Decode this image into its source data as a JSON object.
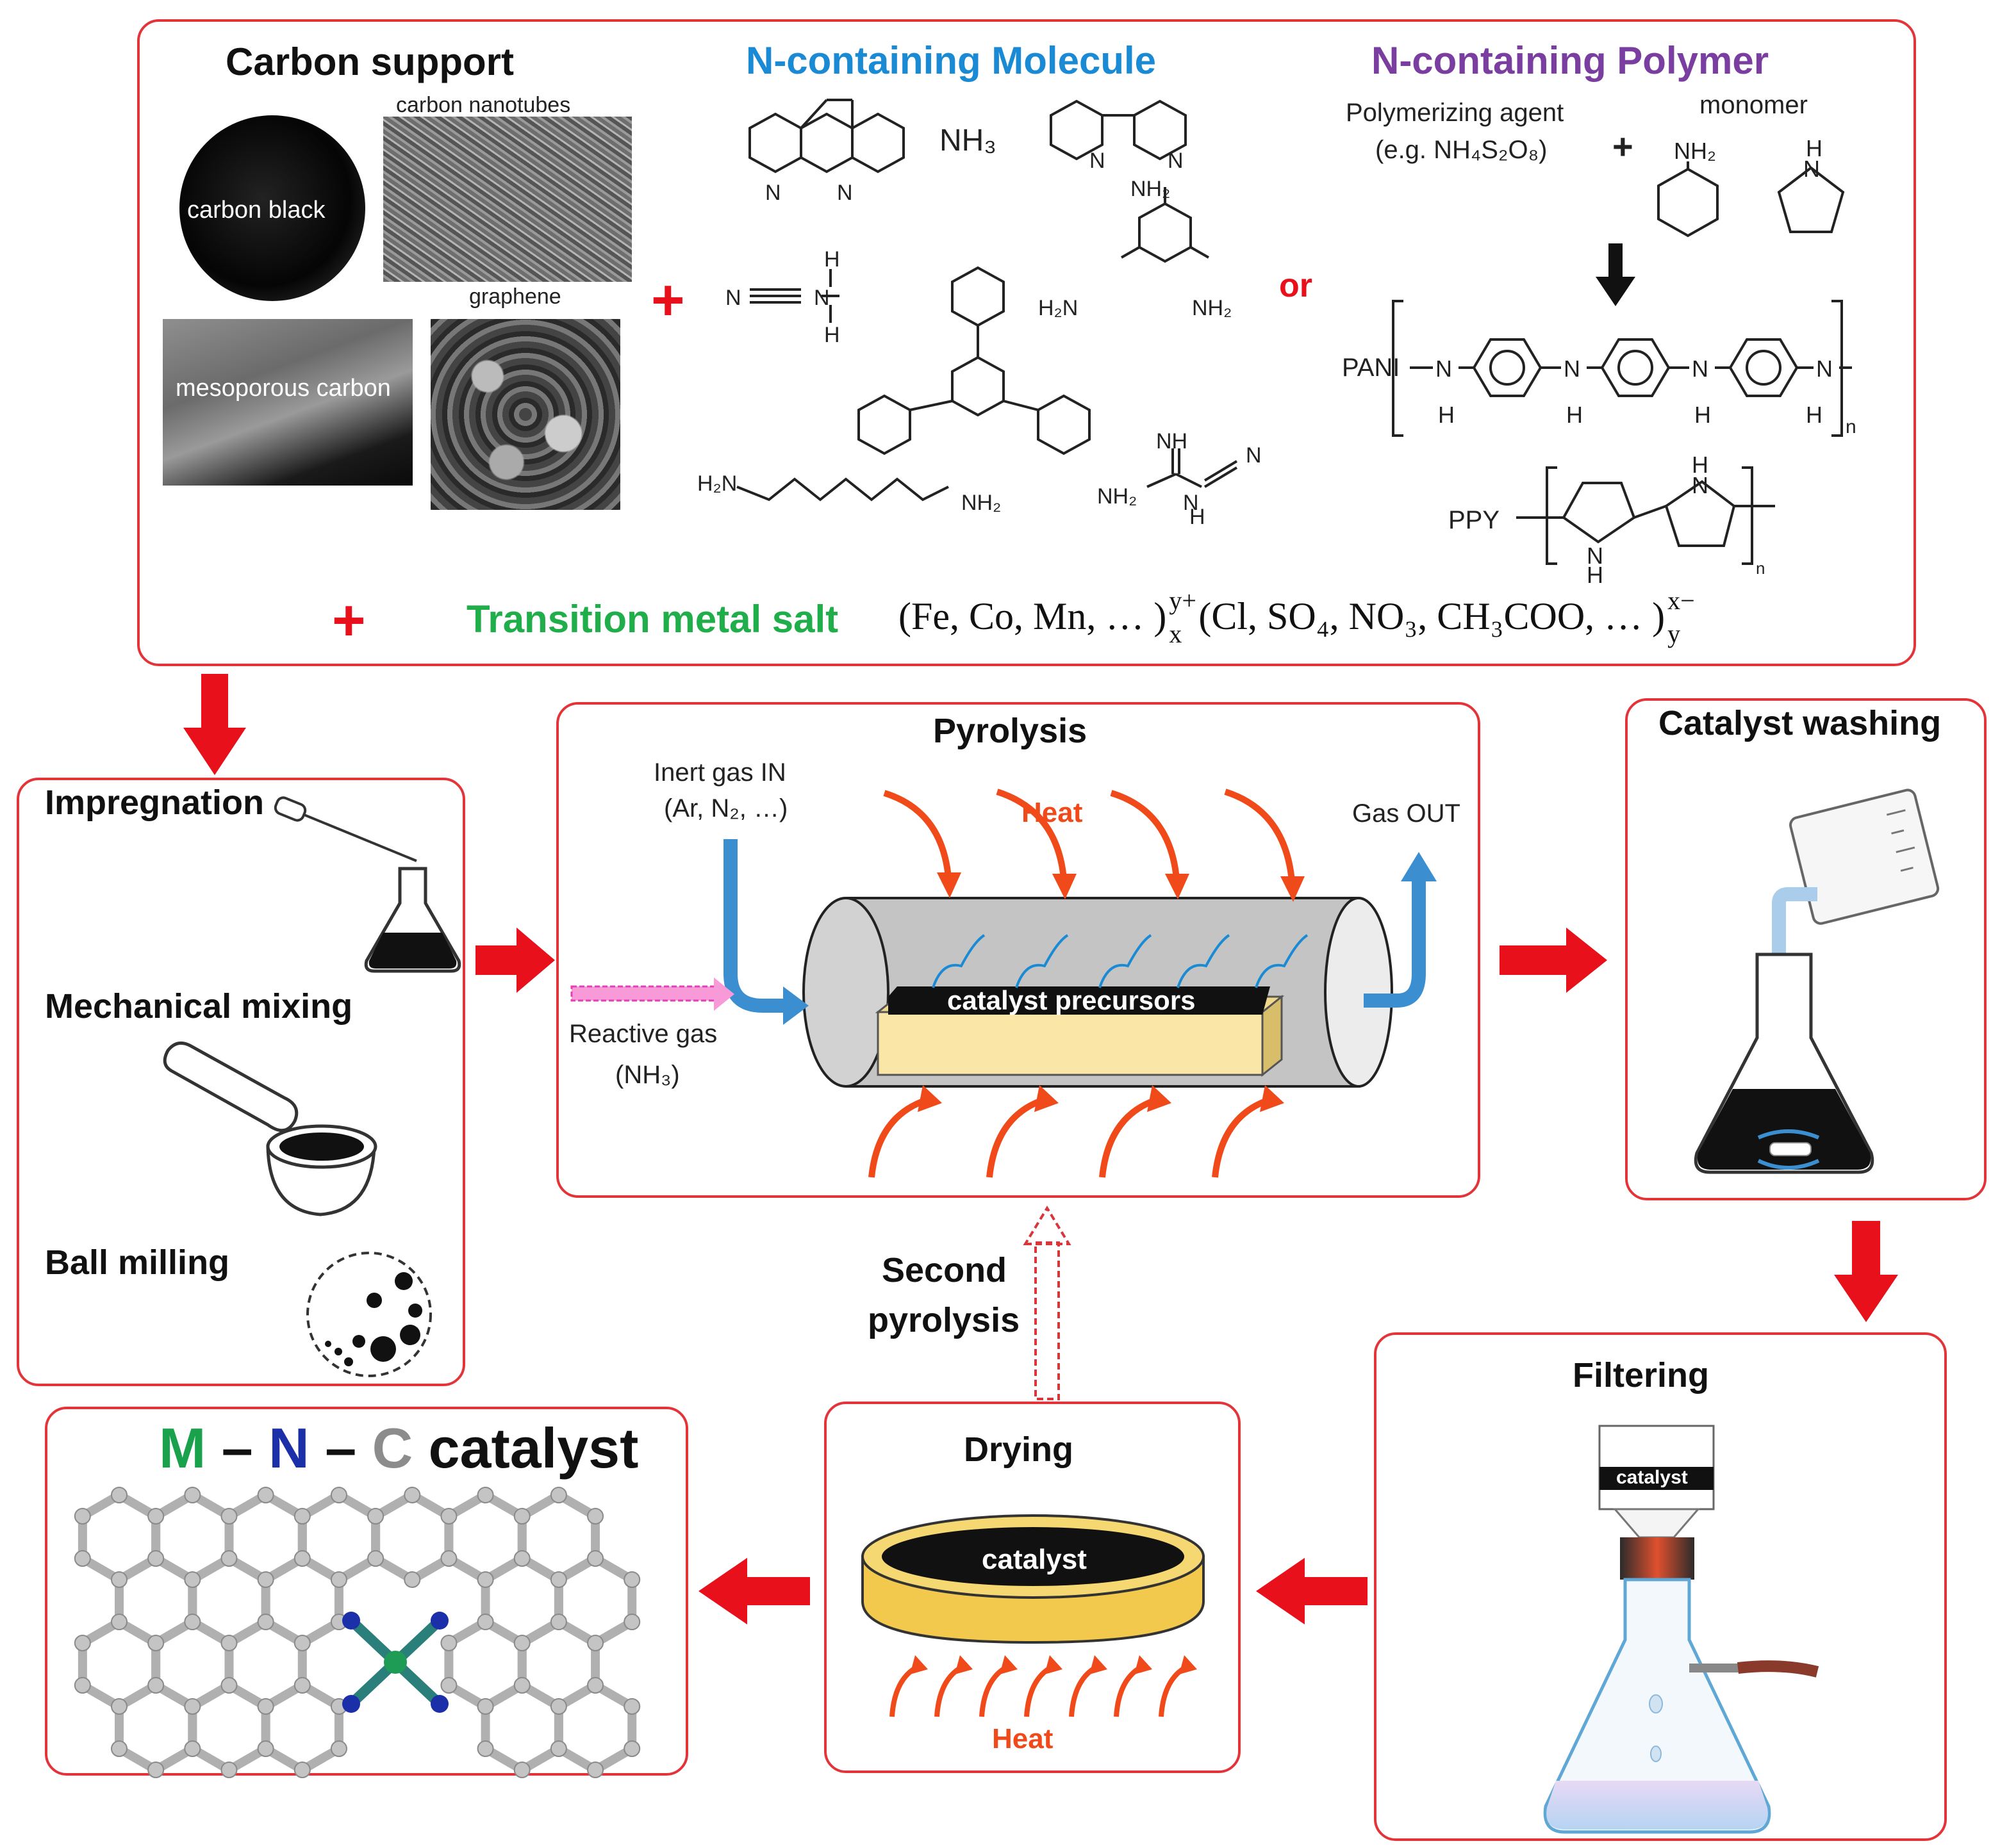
{
  "top": {
    "carbon_title": "Carbon support",
    "cnt_label": "carbon nanotubes",
    "carbon_black_label": "carbon black",
    "graphene_label": "graphene",
    "mesoporous_label": "mesoporous carbon",
    "nmol_title": "N-containing Molecule",
    "nh3": "NH₃",
    "npoly_title": "N-containing Polymer",
    "poly_agent": "Polymerizing agent",
    "poly_agent_eg": "(e.g. NH₄S₂O₈)",
    "monomer": "monomer",
    "or": "or",
    "pani": "PANI",
    "ppy": "PPY",
    "metal_salt_title": "Transition metal salt",
    "metal_salt_formula_a": "(Fe, Co, Mn, … )",
    "metal_salt_formula_a_sup": "y+",
    "metal_salt_formula_a_sub": "x",
    "metal_salt_formula_b": "(Cl, SO₄, NO₃, CH₃COO, … )",
    "metal_salt_formula_b_sup": "x−",
    "metal_salt_formula_b_sub": "y"
  },
  "impregnation": {
    "title": "Impregnation",
    "mixing": "Mechanical mixing",
    "milling": "Ball milling"
  },
  "pyrolysis": {
    "title": "Pyrolysis",
    "inert_gas": "Inert gas IN",
    "inert_gas_eg": "(Ar, N₂, …)",
    "heat": "Heat",
    "gas_out": "Gas OUT",
    "reactive_gas": "Reactive gas",
    "reactive_gas_eg": "(NH₃)",
    "precursors": "catalyst precursors"
  },
  "washing": {
    "title": "Catalyst washing"
  },
  "filtering": {
    "title": "Filtering",
    "catalyst": "catalyst"
  },
  "drying": {
    "title": "Drying",
    "catalyst": "catalyst",
    "heat": "Heat"
  },
  "second": {
    "line1": "Second",
    "line2": "pyrolysis"
  },
  "mnc": {
    "m": "M",
    "n": "N",
    "c": "C",
    "catalyst": "catalyst",
    "dash": "–"
  },
  "colors": {
    "panel_border": "#e3343a",
    "arrow_red": "#e8111b",
    "blue_title": "#1a8ad4",
    "purple_title": "#7a3ea0",
    "green_title": "#1fae4a",
    "heat_orange": "#f04a1a",
    "gas_blue": "#3b8fd0",
    "m_green": "#19a14c",
    "n_blue": "#1b2fa8",
    "c_gray": "#8c8c8c"
  }
}
